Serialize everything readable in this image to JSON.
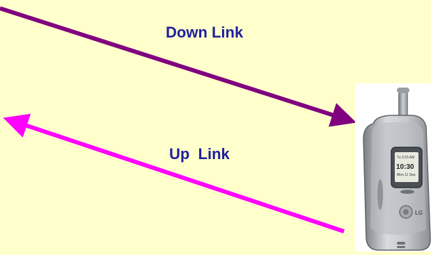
{
  "labels": {
    "downlink": "Down Link",
    "uplink": "Up  Link"
  },
  "phone": {
    "brand_mark": "LG",
    "screen_time": "10:30"
  },
  "colors": {
    "background": "#ffffcc",
    "downlink_arrow": "#800080",
    "uplink_arrow": "#ff00ff",
    "label_text": "#1f1f9e"
  },
  "icons": {
    "device": "mobile-phone-icon"
  }
}
